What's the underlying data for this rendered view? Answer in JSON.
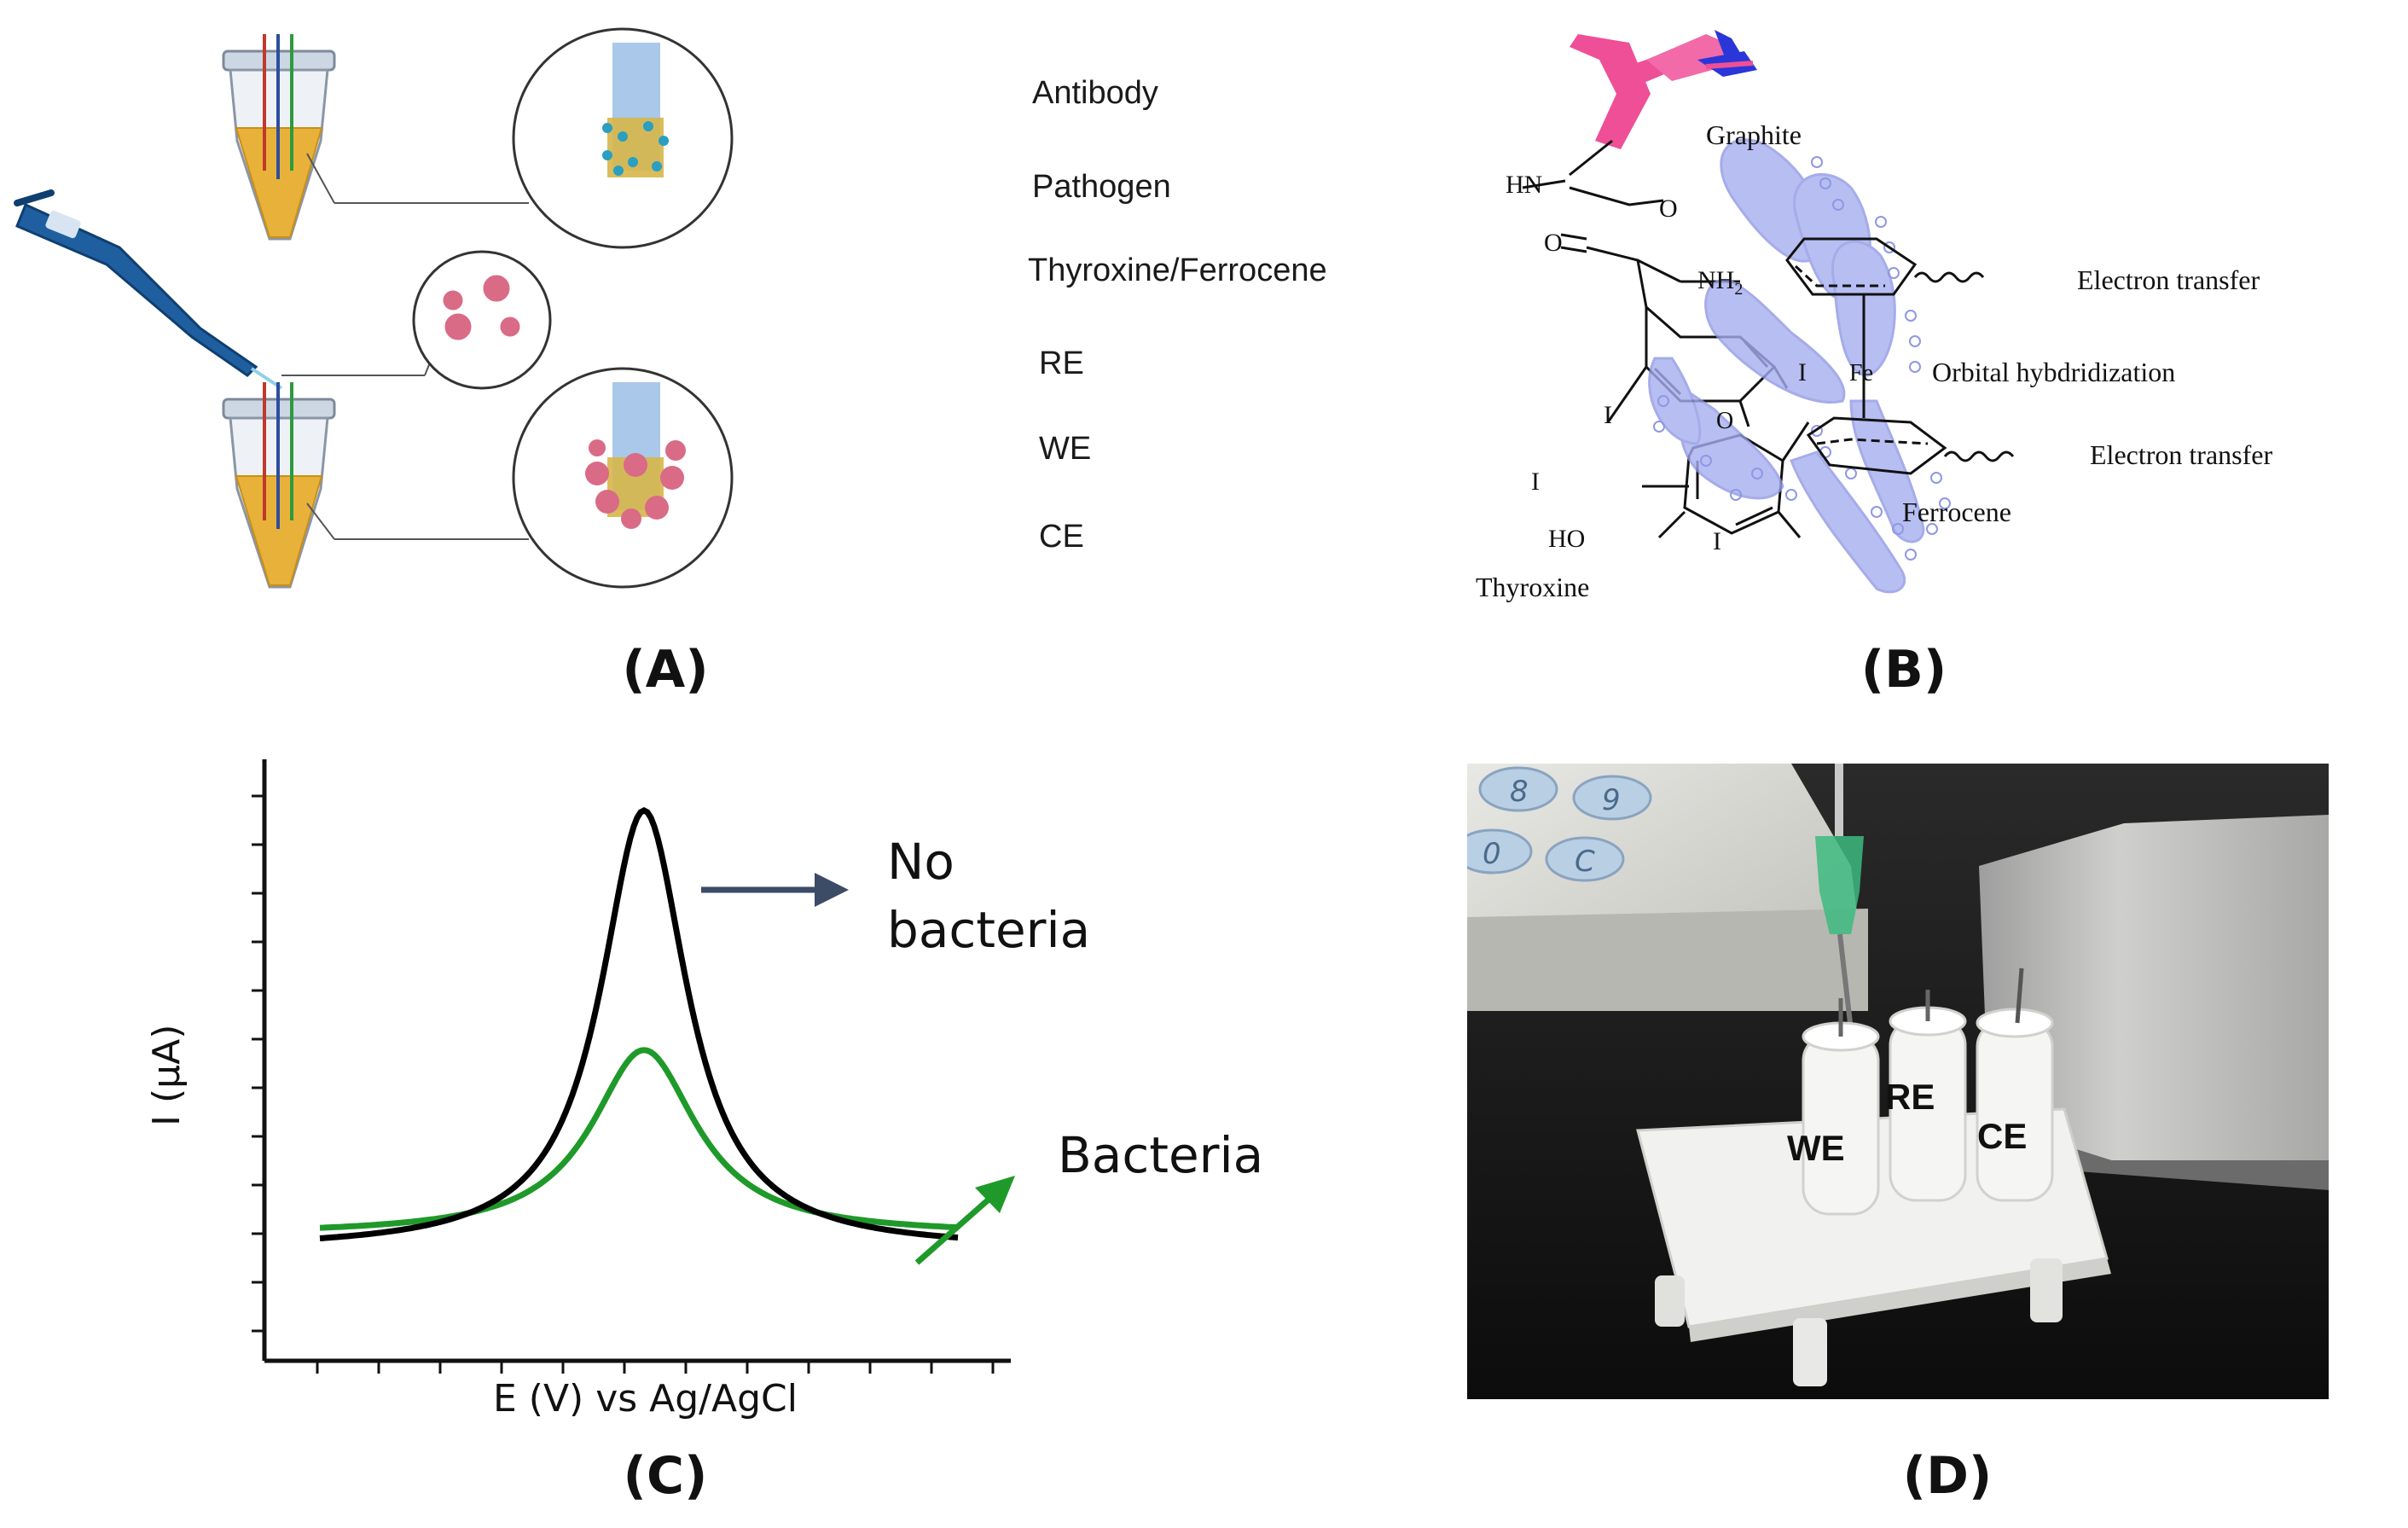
{
  "panel_labels": {
    "a": "(A)",
    "b": "(B)",
    "c": "(C)",
    "d": "(D)"
  },
  "panel_a": {
    "legend": [
      {
        "name": "antibody",
        "label": "Antibody",
        "icon": "antibody-icon"
      },
      {
        "name": "pathogen",
        "label": "Pathogen",
        "icon": "pathogen-icon"
      },
      {
        "name": "thyroxine",
        "label": "Thyroxine/Ferrocene",
        "icon": "thyroxine-ferrocene-icon"
      },
      {
        "name": "re",
        "label": "RE",
        "color": "#c0392b"
      },
      {
        "name": "we",
        "label": "WE",
        "color": "#2c4ea0"
      },
      {
        "name": "ce",
        "label": "CE",
        "color": "#2e9a3e"
      }
    ],
    "colors": {
      "tube_fill": "#e8b23a",
      "pathogen": "#d96b86",
      "antibody": "#2a9fc0",
      "electrode": "#a9c8ea"
    }
  },
  "panel_b": {
    "labels": {
      "graphite": "Graphite",
      "hn": "HN",
      "o_top": "O",
      "o_left": "O",
      "nh2": "NH",
      "nh2_sub": "2",
      "fe": "Fe",
      "i_bridge": "I",
      "i_left": "I",
      "i_lower_left": "I",
      "i_lower_right": "I",
      "o_ring": "O",
      "ho": "HO",
      "thyroxine": "Thyroxine",
      "ferrocene": "Ferrocene",
      "electron_transfer_top": "Electron transfer",
      "orbital": "Orbital hybdridization",
      "electron_transfer_bottom": "Electron transfer"
    },
    "colors": {
      "graphite_pink": "#ef4f96",
      "graphite_blue": "#2a36d8",
      "orbital": "#a6aef0"
    }
  },
  "chart_data": {
    "type": "line",
    "xlabel": "E (V) vs Ag/AgCl",
    "ylabel": "I (μA)",
    "series": [
      {
        "name": "No bacteria",
        "color": "#000000",
        "baseline": 0.12,
        "peak": 1.0
      },
      {
        "name": "Bacteria",
        "color": "#1f9a2a",
        "baseline": 0.15,
        "peak": 0.52
      }
    ],
    "annotations": [
      {
        "text": "No\nbacteria",
        "arrow_color": "#3c4b66"
      },
      {
        "text": "Bacteria",
        "arrow_color": "#1f9a2a"
      }
    ]
  },
  "panel_d": {
    "labels": {
      "we": "WE",
      "re": "RE",
      "ce": "CE"
    },
    "keypad": [
      "8",
      "9",
      "0",
      "C"
    ]
  }
}
